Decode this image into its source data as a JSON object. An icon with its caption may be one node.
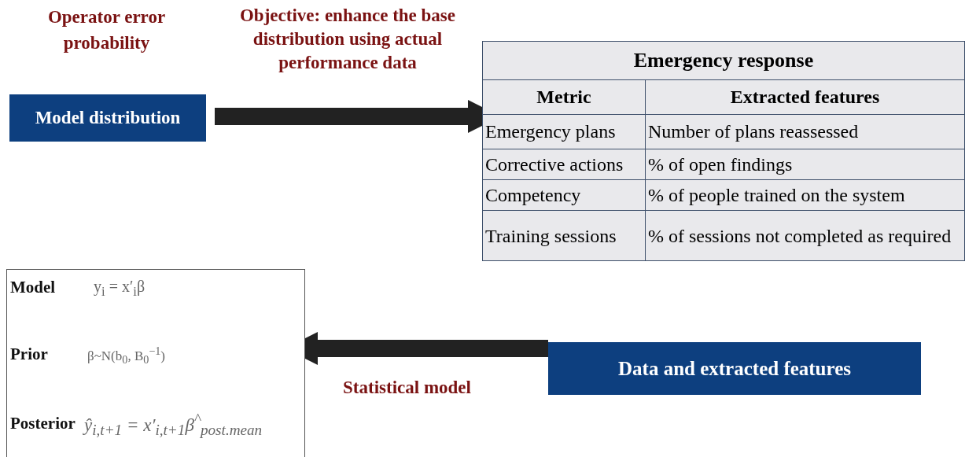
{
  "diagram": {
    "nodes": [
      {
        "text": [
          "Operator error probability",
          "Model distribution"
        ]
      },
      {
        "text": [
          "Emergency response"
        ]
      },
      {
        "text": [
          "Model",
          "y$_{i}$ = x′$_{i}$β",
          "Prior",
          "β~N(b$_{0}$, B$_{0}$$^{−1}$)",
          "Posterior",
          "ŷ$_{i,t+1}$ = x′$_{i,t+1}$β$^{^}$$_{post.mean}$"
        ]
      },
      {
        "text": [
          "Data and extracted features"
        ]
      }
    ],
    "edges": [
      {
        "from": 0,
        "to": 1,
        "arrow": "to",
        "label": "Objective: enhance the base distribution using actual performance data"
      },
      {
        "from": 3,
        "to": 2,
        "arrow": "to",
        "label": "Statistical model"
      }
    ],
    "labels": [
      "Metric",
      "Extracted features",
      "Emergency plans",
      "Number of plans reassessed",
      "Corrective actions",
      "% of open findings",
      "Competency",
      "% of people trained on the system",
      "Training sessions",
      "% of sessions not completed as required"
    ]
  }
}
